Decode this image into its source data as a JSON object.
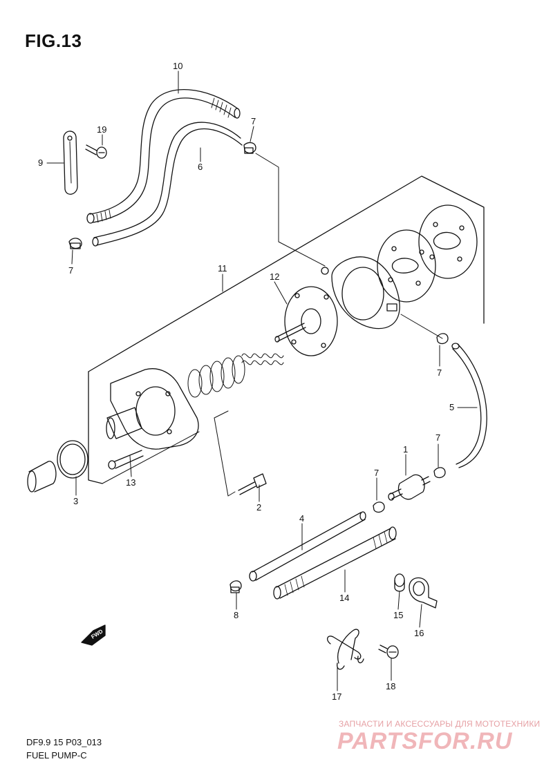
{
  "figure": {
    "title": "FIG.13",
    "code": "DF9.9 15 P03_013",
    "name": "FUEL PUMP-C"
  },
  "fwd_badge": "FWD",
  "callouts": [
    "10",
    "19",
    "9",
    "7",
    "6",
    "7",
    "11",
    "12",
    "7",
    "5",
    "7",
    "1",
    "7",
    "3",
    "13",
    "2",
    "4",
    "14",
    "8",
    "15",
    "16",
    "17",
    "18"
  ],
  "watermark": {
    "tagline": "ЗАПЧАСТИ И АКСЕССУАРЫ ДЛЯ МОТОТЕХНИКИ",
    "logo": "PARTSFOR.RU"
  },
  "colors": {
    "line": "#111111",
    "watermark": "#f0b6b9"
  }
}
